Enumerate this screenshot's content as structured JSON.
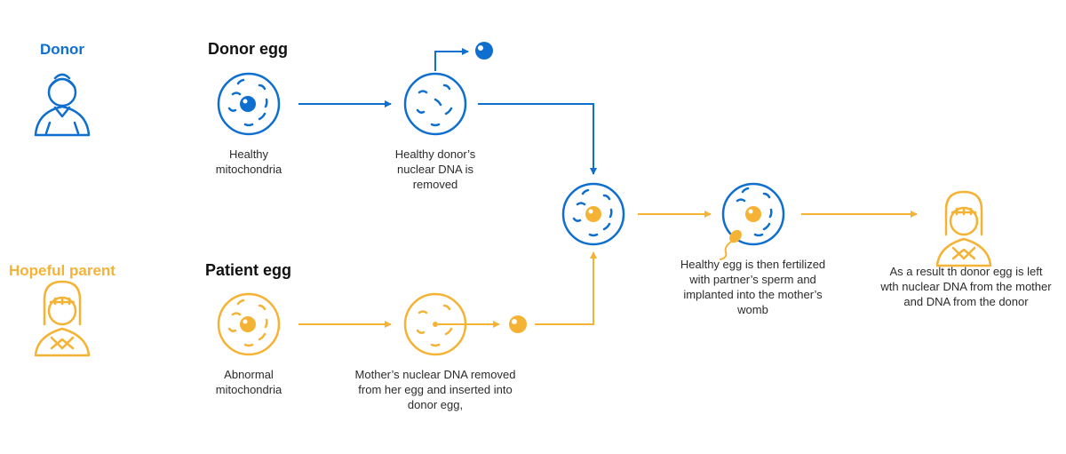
{
  "colors": {
    "blue": "#0f6fcf",
    "orange": "#f5b335"
  },
  "roles": {
    "donor": "Donor",
    "parent": "Hopeful parent"
  },
  "headings": {
    "donor_egg": "Donor egg",
    "patient_egg": "Patient egg"
  },
  "captions": {
    "donor_egg": "Healthy mitochondria",
    "donor_removed": "Healthy donor’s nuclear DNA is removed",
    "patient_egg": "Abnormal mitochondria",
    "patient_removed": "Mother’s nuclear DNA removed from her egg and inserted into donor egg,",
    "fertilized": "Healthy egg is then fertilized with partner’s sperm and implanted into the mother’s womb",
    "result": "As a result th donor egg is left wth nuclear DNA from the mother and DNA from the donor"
  },
  "icons": {
    "donor_person": "donor-person-icon",
    "parent_person": "parent-person-icon",
    "child_person": "child-person-icon"
  }
}
